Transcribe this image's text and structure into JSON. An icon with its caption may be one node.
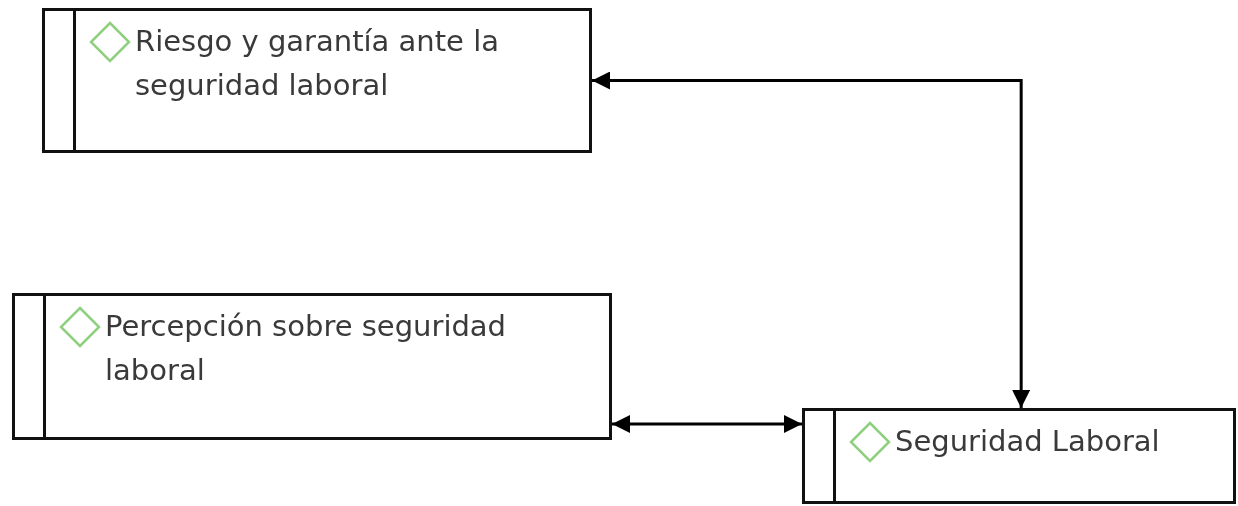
{
  "diagram": {
    "nodes": [
      {
        "text": [
          "Riesgo y garantía ante la seguridad laboral"
        ]
      },
      {
        "text": [
          "Percepción sobre seguridad laboral"
        ]
      },
      {
        "text": [
          "Seguridad Laboral"
        ]
      }
    ],
    "edges": [
      {
        "from": 2,
        "to": 0,
        "arrow": "both"
      },
      {
        "from": 1,
        "to": 2,
        "arrow": "both"
      }
    ]
  }
}
